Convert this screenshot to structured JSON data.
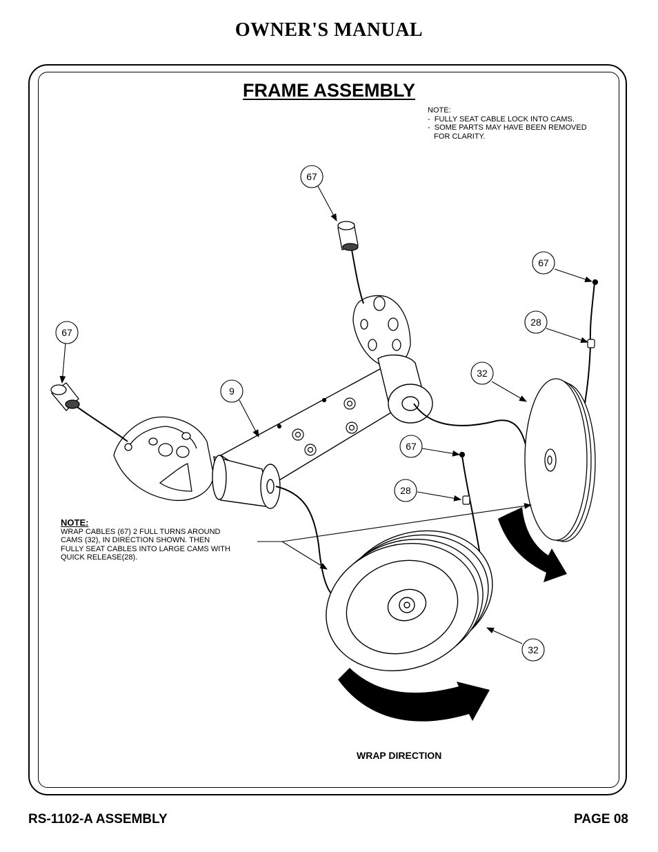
{
  "header": {
    "title": "OWNER'S MANUAL"
  },
  "section": {
    "title": "FRAME ASSEMBLY"
  },
  "top_note": {
    "lines": [
      "NOTE:",
      "-  FULLY SEAT CABLE LOCK INTO CAMS.",
      "-  SOME PARTS MAY HAVE BEEN REMOVED",
      "   FOR CLARITY."
    ]
  },
  "left_note": {
    "heading": "NOTE:",
    "lines": [
      "WRAP CABLES (67) 2 FULL TURNS AROUND",
      "CAMS (32), IN DIRECTION SHOWN. THEN",
      "FULLY SEAT CABLES INTO LARGE CAMS WITH",
      "QUICK RELEASE(28)."
    ]
  },
  "callouts": {
    "c1": "67",
    "c2": "67",
    "c3": "28",
    "c4": "67",
    "c5": "9",
    "c6": "32",
    "c7": "67",
    "c8": "28",
    "c9": "32"
  },
  "wrap_direction": "WRAP DIRECTION",
  "footer": {
    "left": "RS-1102-A ASSEMBLY",
    "right": "PAGE 08"
  }
}
